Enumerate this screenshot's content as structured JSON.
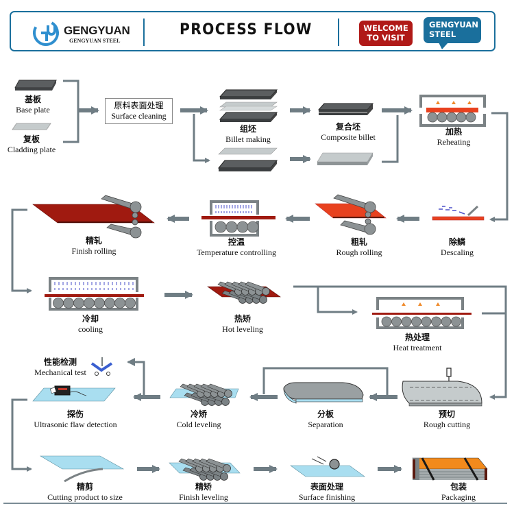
{
  "header": {
    "brand_name": "GENGYUAN",
    "brand_sub": "GENGYUAN STEEL",
    "title": "PROCESS FLOW",
    "badge_welcome_line1": "WELCOME",
    "badge_welcome_line2": "TO VISIT",
    "badge_brand_line1": "GENGYUAN",
    "badge_brand_line2": "STEEL",
    "colors": {
      "brand_blue": "#1a6f9c",
      "badge_red": "#b01917"
    }
  },
  "steps": {
    "base_plate": {
      "zh": "基板",
      "en": "Base plate"
    },
    "cladding_plate": {
      "zh": "复板",
      "en": "Cladding plate"
    },
    "surface_cleaning": {
      "zh": "原料表面处理",
      "en": "Surface cleaning"
    },
    "billet_making": {
      "zh": "组坯",
      "en": "Billet making"
    },
    "composite_billet": {
      "zh": "复合坯",
      "en": "Composite billet"
    },
    "reheating": {
      "zh": "加热",
      "en": "Reheating"
    },
    "descaling": {
      "zh": "除鳞",
      "en": "Descaling"
    },
    "rough_rolling": {
      "zh": "粗轧",
      "en": "Rough rolling"
    },
    "temperature_controlling": {
      "zh": "控温",
      "en": "Temperature controlling"
    },
    "finish_rolling": {
      "zh": "精轧",
      "en": "Finish rolling"
    },
    "cooling": {
      "zh": "冷却",
      "en": "cooling"
    },
    "hot_leveling": {
      "zh": "热矫",
      "en": "Hot leveling"
    },
    "heat_treatment": {
      "zh": "热处理",
      "en": "Heat treatment"
    },
    "rough_cutting": {
      "zh": "预切",
      "en": "Rough cutting"
    },
    "separation": {
      "zh": "分板",
      "en": "Separation"
    },
    "cold_leveling": {
      "zh": "冷矫",
      "en": "Cold leveling"
    },
    "mechanical_test": {
      "zh": "性能检测",
      "en": "Mechanical test"
    },
    "ultrasonic": {
      "zh": "探伤",
      "en": "Ultrasonic flaw detection"
    },
    "cutting_to_size": {
      "zh": "精剪",
      "en": "Cutting product to size"
    },
    "finish_leveling": {
      "zh": "精矫",
      "en": "Finish leveling"
    },
    "surface_finishing": {
      "zh": "表面处理",
      "en": "Surface finishing"
    },
    "packaging": {
      "zh": "包装",
      "en": "Packaging"
    }
  },
  "colors": {
    "arrow": "#6f7d84",
    "dark_plate": "#5b5e60",
    "light_plate": "#c5cbcc",
    "hot_plate": "#e8411f",
    "dark_red_plate": "#a01a10",
    "roller": "#8c9294",
    "flame": "#f08a2a",
    "water": "#4a4fc8",
    "cold_plate": "#a9def0",
    "package_orange": "#f28a1c"
  }
}
